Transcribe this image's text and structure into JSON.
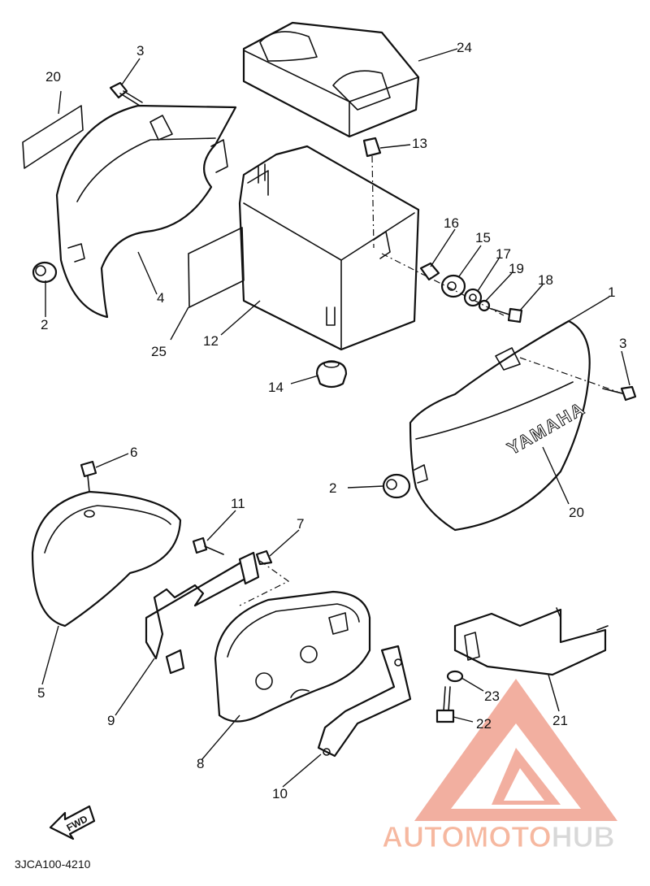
{
  "diagram": {
    "callouts": [
      {
        "id": "c1",
        "label": "1"
      },
      {
        "id": "c2a",
        "label": "2"
      },
      {
        "id": "c2b",
        "label": "2"
      },
      {
        "id": "c3a",
        "label": "3"
      },
      {
        "id": "c3b",
        "label": "3"
      },
      {
        "id": "c4",
        "label": "4"
      },
      {
        "id": "c5",
        "label": "5"
      },
      {
        "id": "c6",
        "label": "6"
      },
      {
        "id": "c7",
        "label": "7"
      },
      {
        "id": "c8",
        "label": "8"
      },
      {
        "id": "c9",
        "label": "9"
      },
      {
        "id": "c10",
        "label": "10"
      },
      {
        "id": "c11",
        "label": "11"
      },
      {
        "id": "c12",
        "label": "12"
      },
      {
        "id": "c13",
        "label": "13"
      },
      {
        "id": "c14",
        "label": "14"
      },
      {
        "id": "c15",
        "label": "15"
      },
      {
        "id": "c16",
        "label": "16"
      },
      {
        "id": "c17",
        "label": "17"
      },
      {
        "id": "c18",
        "label": "18"
      },
      {
        "id": "c19",
        "label": "19"
      },
      {
        "id": "c20a",
        "label": "20"
      },
      {
        "id": "c20b",
        "label": "20"
      },
      {
        "id": "c21",
        "label": "21"
      },
      {
        "id": "c22",
        "label": "22"
      },
      {
        "id": "c23",
        "label": "23"
      },
      {
        "id": "c24",
        "label": "24"
      },
      {
        "id": "c25",
        "label": "25"
      }
    ],
    "cover_brand": "YAMAHA",
    "fwd_label": "FWD",
    "drawing_code": "3JCA100-4210"
  },
  "watermark": {
    "text_part1": "AUTOMOTO",
    "text_part2": "HUB",
    "color_light": "#f6b8a0",
    "color_mid": "#e85a4a",
    "color_dark": "#555555"
  }
}
